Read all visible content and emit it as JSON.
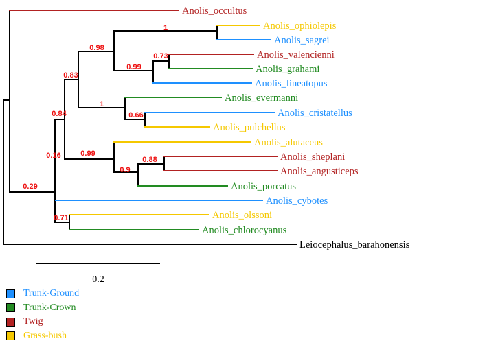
{
  "colors": {
    "trunk_ground": "#1e90ff",
    "trunk_crown": "#228b22",
    "twig": "#b22222",
    "grass_bush": "#f5c800",
    "root": "#000000",
    "support": "#ee1111"
  },
  "taxa": [
    {
      "name": "Anolis_occultus",
      "eco": "twig"
    },
    {
      "name": "Anolis_ophiolepis",
      "eco": "grass_bush"
    },
    {
      "name": "Anolis_sagrei",
      "eco": "trunk_ground"
    },
    {
      "name": "Anolis_valencienni",
      "eco": "twig"
    },
    {
      "name": "Anolis_grahami",
      "eco": "trunk_crown"
    },
    {
      "name": "Anolis_lineatopus",
      "eco": "trunk_ground"
    },
    {
      "name": "Anolis_evermanni",
      "eco": "trunk_crown"
    },
    {
      "name": "Anolis_cristatellus",
      "eco": "trunk_ground"
    },
    {
      "name": "Anolis_pulchellus",
      "eco": "grass_bush"
    },
    {
      "name": "Anolis_alutaceus",
      "eco": "grass_bush"
    },
    {
      "name": "Anolis_sheplani",
      "eco": "twig"
    },
    {
      "name": "Anolis_angusticeps",
      "eco": "twig"
    },
    {
      "name": "Anolis_porcatus",
      "eco": "trunk_crown"
    },
    {
      "name": "Anolis_cybotes",
      "eco": "trunk_ground"
    },
    {
      "name": "Anolis_olssoni",
      "eco": "grass_bush"
    },
    {
      "name": "Anolis_chlorocyanus",
      "eco": "trunk_crown"
    },
    {
      "name": "Leiocephalus_barahonensis",
      "eco": "root"
    }
  ],
  "support_values": [
    "1",
    "0.98",
    "0.73",
    "0.99",
    "0.83",
    "1",
    "0.66",
    "0.84",
    "0.99",
    "0.88",
    "0.9",
    "0.16",
    "0.29",
    "0.71"
  ],
  "scale_bar": {
    "label": "0.2"
  },
  "legend": [
    {
      "label": "Trunk-Ground",
      "eco": "trunk_ground"
    },
    {
      "label": "Trunk-Crown",
      "eco": "trunk_crown"
    },
    {
      "label": "Twig",
      "eco": "twig"
    },
    {
      "label": "Grass-bush",
      "eco": "grass_bush"
    }
  ]
}
